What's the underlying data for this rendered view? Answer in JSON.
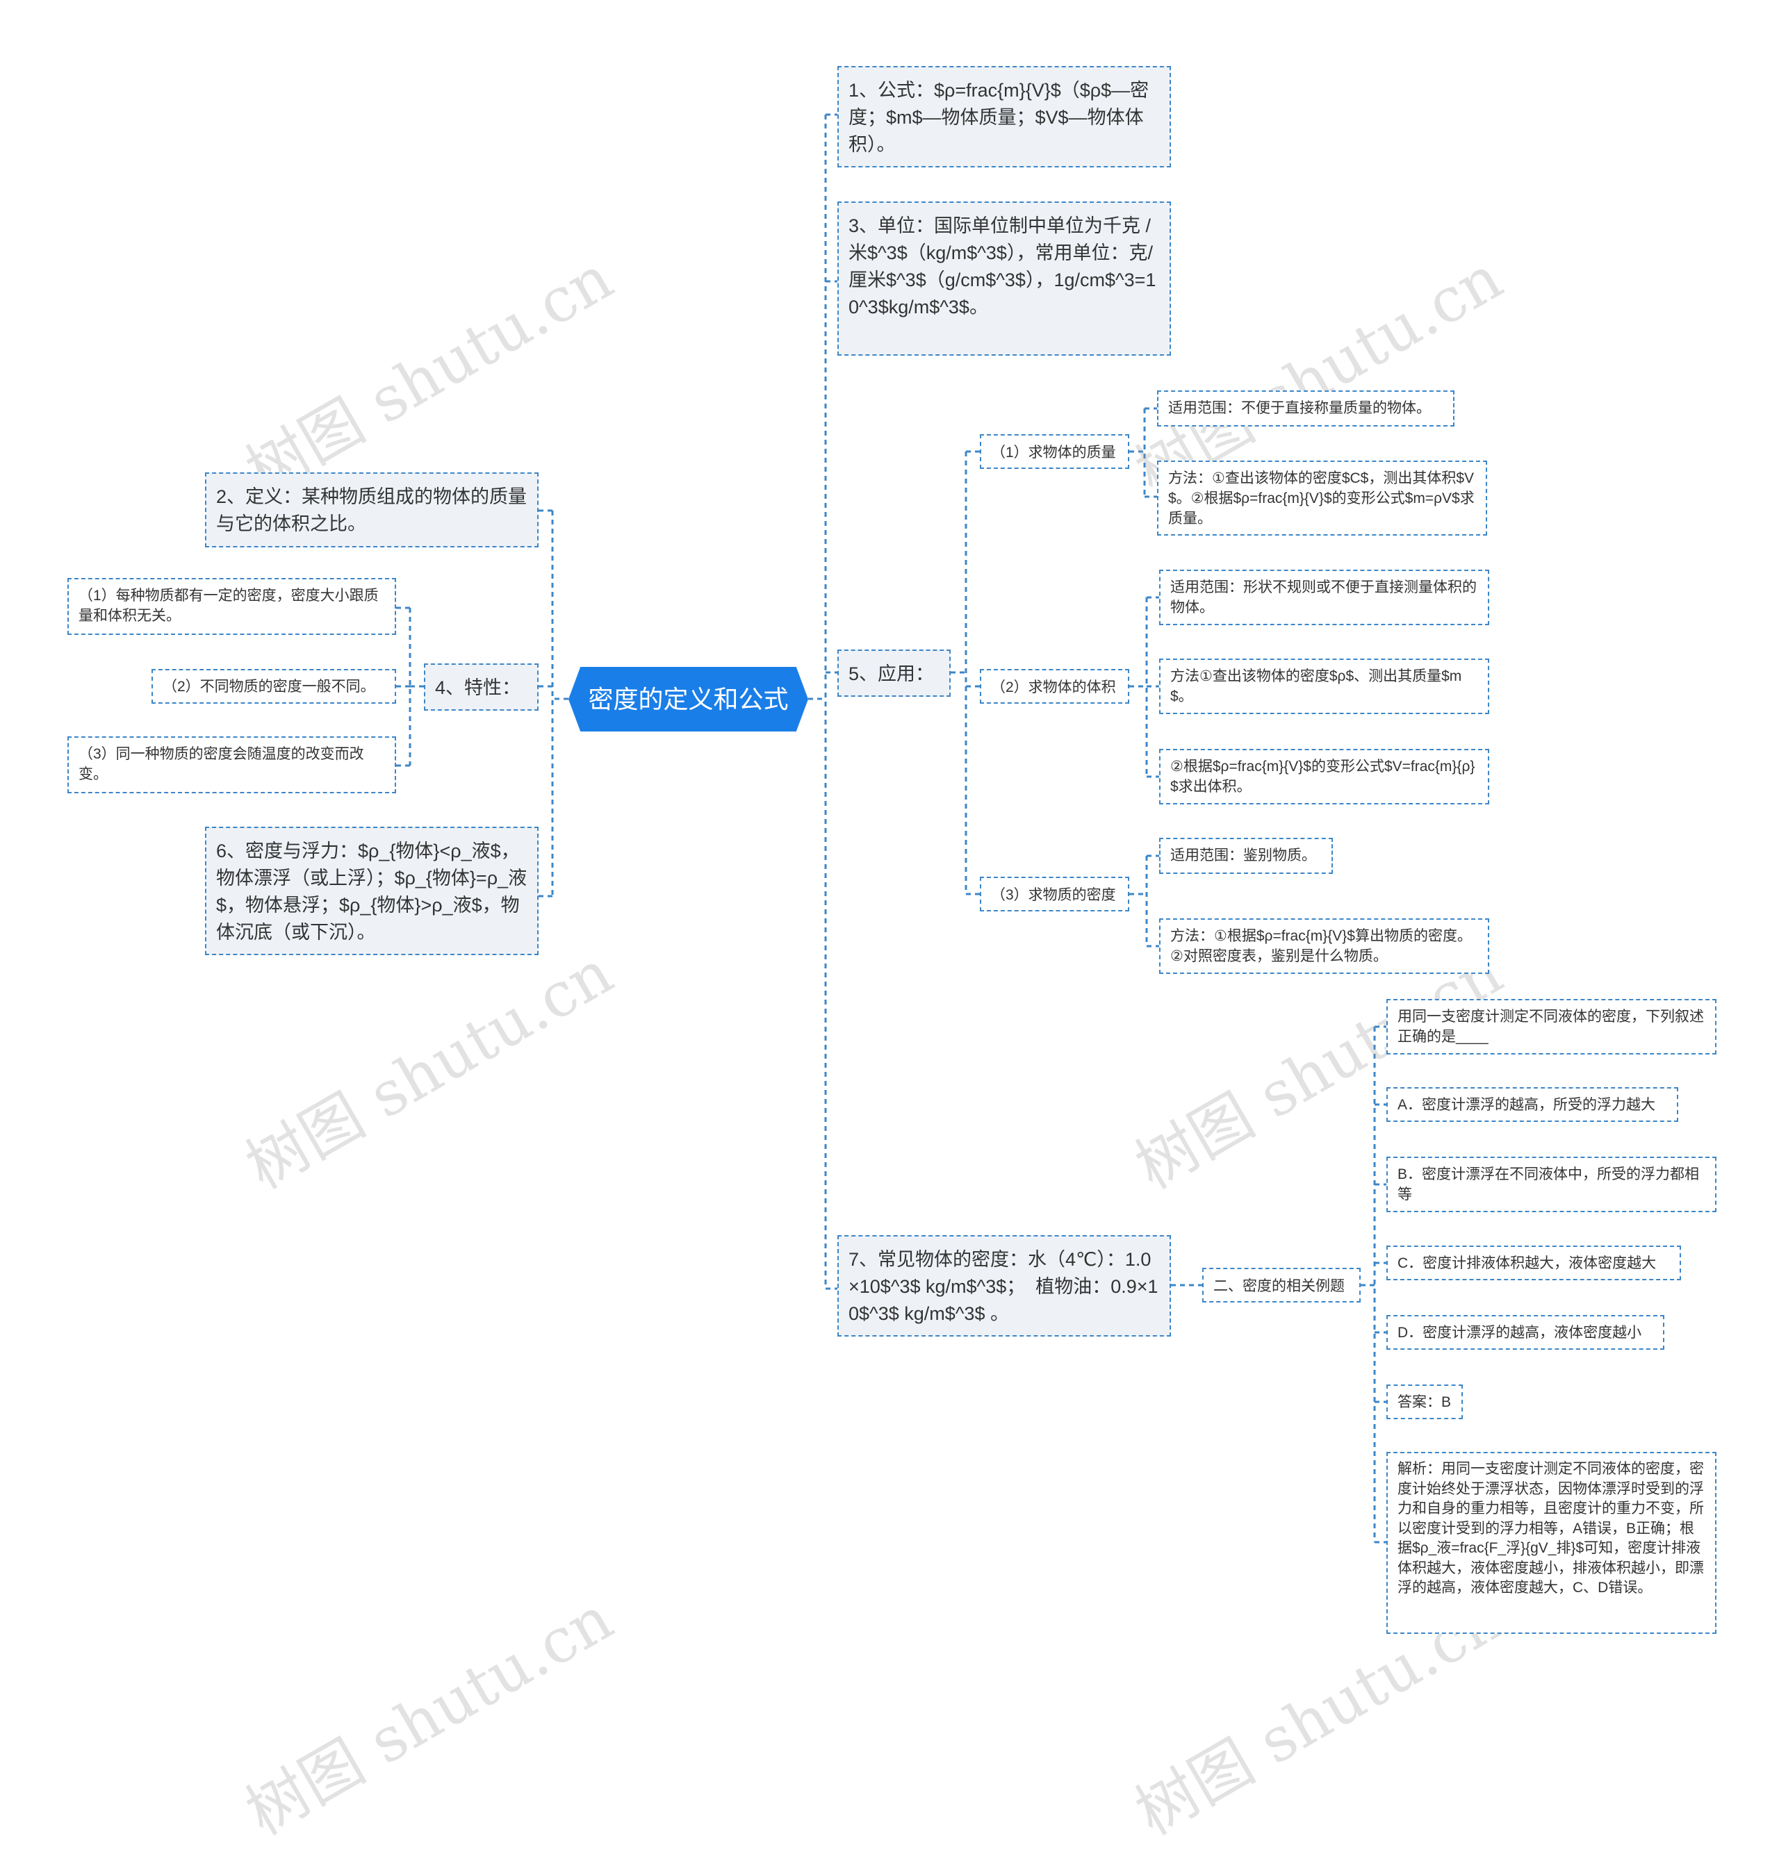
{
  "root": "密度的定义和公式",
  "left": {
    "definition": "2、定义：某种物质组成的物体的质量与它的体积之比。",
    "properties": {
      "label": "4、特性：",
      "items": [
        "（1）每种物质都有一定的密度，密度大小跟质量和体积无关。",
        "（2）不同物质的密度一般不同。",
        "（3）同一种物质的密度会随温度的改变而改变。"
      ]
    },
    "buoyancy": "6、密度与浮力：$ρ_{物体}<ρ_液$，物体漂浮（或上浮）；$ρ_{物体}=ρ_液$，物体悬浮；$ρ_{物体}>ρ_液$，物体沉底（或下沉）。"
  },
  "right": {
    "formula": "1、公式：$ρ=frac{m}{V}$（$ρ$—密度；$m$—物体质量；$V$—物体体积）。",
    "unit": "3、单位：国际单位制中单位为千克 / 米$^3$（kg/m$^3$），常用单位：克/厘米$^3$（g/cm$^3$），1g/cm$^3=10^3$kg/m$^3$。",
    "application": {
      "label": "5、应用：",
      "groups": [
        {
          "label": "（1）求物体的质量",
          "items": [
            "适用范围：不便于直接称量质量的物体。",
            "方法：①查出该物体的密度$C$，测出其体积$V$。②根据$ρ=frac{m}{V}$的变形公式$m=ρV$求质量。"
          ]
        },
        {
          "label": "（2）求物体的体积",
          "items": [
            "适用范围：形状不规则或不便于直接测量体积的物体。",
            "方法①查出该物体的密度$ρ$、测出其质量$m$。",
            "②根据$ρ=frac{m}{V}$的变形公式$V=frac{m}{ρ}$求出体积。"
          ]
        },
        {
          "label": "（3）求物质的密度",
          "items": [
            "适用范围：鉴别物质。",
            "方法：①根据$ρ=frac{m}{V}$算出物质的密度。②对照密度表，鉴别是什么物质。"
          ]
        }
      ]
    },
    "common": {
      "label": "7、常见物体的密度：水（4℃）：1.0×10$^3$ kg/m$^3$；  植物油：0.9×10$^3$ kg/m$^3$ 。",
      "example": {
        "label": "二、密度的相关例题",
        "items": [
          "用同一支密度计测定不同液体的密度，下列叙述正确的是____",
          "A．密度计漂浮的越高，所受的浮力越大",
          "B．密度计漂浮在不同液体中，所受的浮力都相等",
          "C．密度计排液体积越大，液体密度越大",
          "D．密度计漂浮的越高，液体密度越小",
          "答案：B",
          "解析：用同一支密度计测定不同液体的密度，密度计始终处于漂浮状态，因物体漂浮时受到的浮力和自身的重力相等，且密度计的重力不变，所以密度计受到的浮力相等，A错误，B正确；根据$ρ_液=frac{F_浮}{gV_排}$可知，密度计排液体积越大，液体密度越小，排液体积越小，即漂浮的越高，液体密度越大，C、D错误。"
        ]
      }
    }
  },
  "watermark": "树图 shutu.cn",
  "colors": {
    "root_bg": "#1a7ee8",
    "border": "#3c86c8",
    "line": "#3c86c8",
    "box_bg": "#eef2f7"
  }
}
